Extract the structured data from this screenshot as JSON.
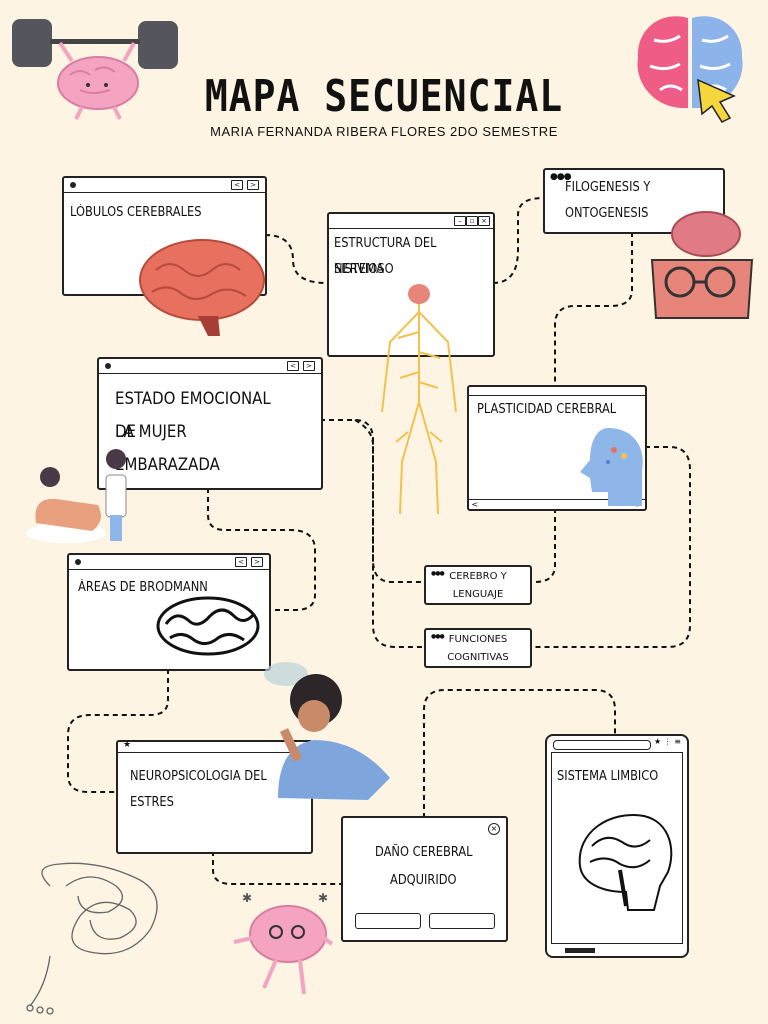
{
  "title": "MAPA SECUENCIAL",
  "subtitle": "MARIA FERNANDA RIBERA FLORES 2DO SEMESTRE",
  "nodes": {
    "lobulos": "LÓBULOS CEREBRALES",
    "estructura_1": "ESTRUCTURA DEL SISTEMA",
    "estructura_2": "NERVIOSO",
    "filogenesis_1": "FILOGENESIS Y",
    "filogenesis_2": "ONTOGENESIS",
    "estado_1": "ESTADO EMOCIONAL DE",
    "estado_2": "LA MUJER EMBARAZADA",
    "plasticidad": "PLASTICIDAD CEREBRAL",
    "lenguaje_1": "CEREBRO Y",
    "lenguaje_2": "LENGUAJE",
    "funciones_1": "FUNCIONES",
    "funciones_2": "COGNITIVAS",
    "brodmann": "ÁREAS DE BRODMANN",
    "neuro_1": "NEUROPSICOLOGIA DEL",
    "neuro_2": "ESTRES",
    "dano_1": "DAÑO CEREBRAL",
    "dano_2": "ADQUIRIDO",
    "limbico": "SISTEMA LIMBICO"
  },
  "colors": {
    "background": "#fdf4e3",
    "brain_pink": "#f4a3c0",
    "brain_red": "#e8705e",
    "nerve_yellow": "#f2c24e",
    "blue": "#8fb6e8"
  }
}
